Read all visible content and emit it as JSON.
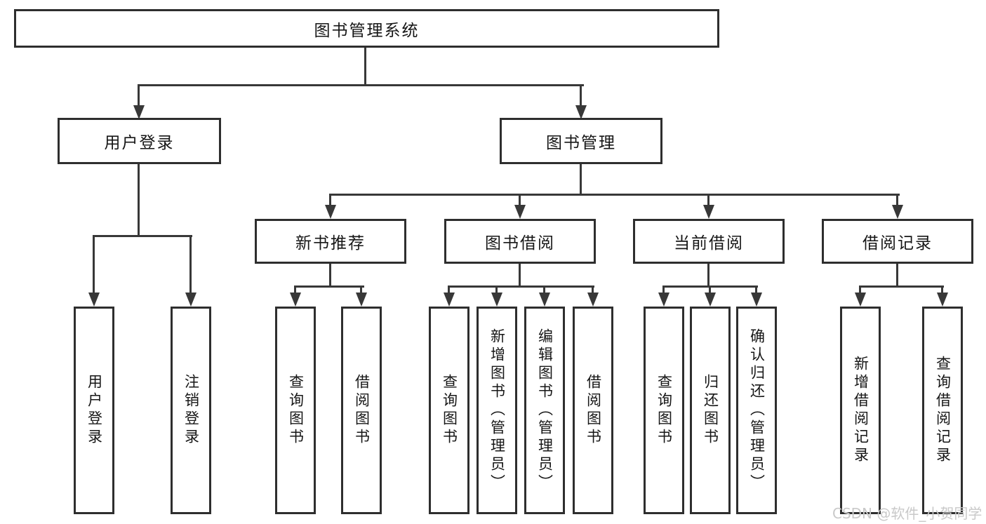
{
  "diagram": {
    "type": "tree-diagram",
    "title": "图书管理系统",
    "watermark": "CSDN @软件_小贺同学",
    "colors": {
      "box_border": "#2e2e2e",
      "connector_line": "#383838",
      "text": "#161616",
      "watermark": "#c9c9c9",
      "background": "#ffffff"
    },
    "nodes": {
      "root": {
        "label": "图书管理系统"
      },
      "user_login": {
        "label": "用户登录"
      },
      "book_mgmt": {
        "label": "图书管理"
      },
      "new_book_rec": {
        "label": "新书推荐"
      },
      "book_borrow": {
        "label": "图书借阅"
      },
      "current_borrow": {
        "label": "当前借阅"
      },
      "borrow_records": {
        "label": "借阅记录"
      },
      "leaf_user_login": {
        "label": "用户登录"
      },
      "leaf_logout": {
        "label": "注销登录"
      },
      "leaf_query_book_rec": {
        "label": "查询图书"
      },
      "leaf_borrow_book_rec": {
        "label": "借阅图书"
      },
      "leaf_query_book_borrow": {
        "label": "查询图书"
      },
      "leaf_add_book": {
        "label": "新增图书（管理员）"
      },
      "leaf_edit_book": {
        "label": "编辑图书（管理员）"
      },
      "leaf_borrow_book_borrow": {
        "label": "借阅图书"
      },
      "leaf_query_book_current": {
        "label": "查询图书"
      },
      "leaf_return_book": {
        "label": "归还图书"
      },
      "leaf_confirm_return": {
        "label": "确认归还（管理员）"
      },
      "leaf_add_borrow_record": {
        "label": "新增借阅记录"
      },
      "leaf_query_borrow_record": {
        "label": "查询借阅记录"
      }
    },
    "hierarchy": {
      "图书管理系统": [
        "用户登录",
        "图书管理"
      ],
      "用户登录": [
        "用户登录",
        "注销登录"
      ],
      "图书管理": [
        "新书推荐",
        "图书借阅",
        "当前借阅",
        "借阅记录"
      ],
      "新书推荐": [
        "查询图书",
        "借阅图书"
      ],
      "图书借阅": [
        "查询图书",
        "新增图书（管理员）",
        "编辑图书（管理员）",
        "借阅图书"
      ],
      "当前借阅": [
        "查询图书",
        "归还图书",
        "确认归还（管理员）"
      ],
      "借阅记录": [
        "新增借阅记录",
        "查询借阅记录"
      ]
    }
  }
}
